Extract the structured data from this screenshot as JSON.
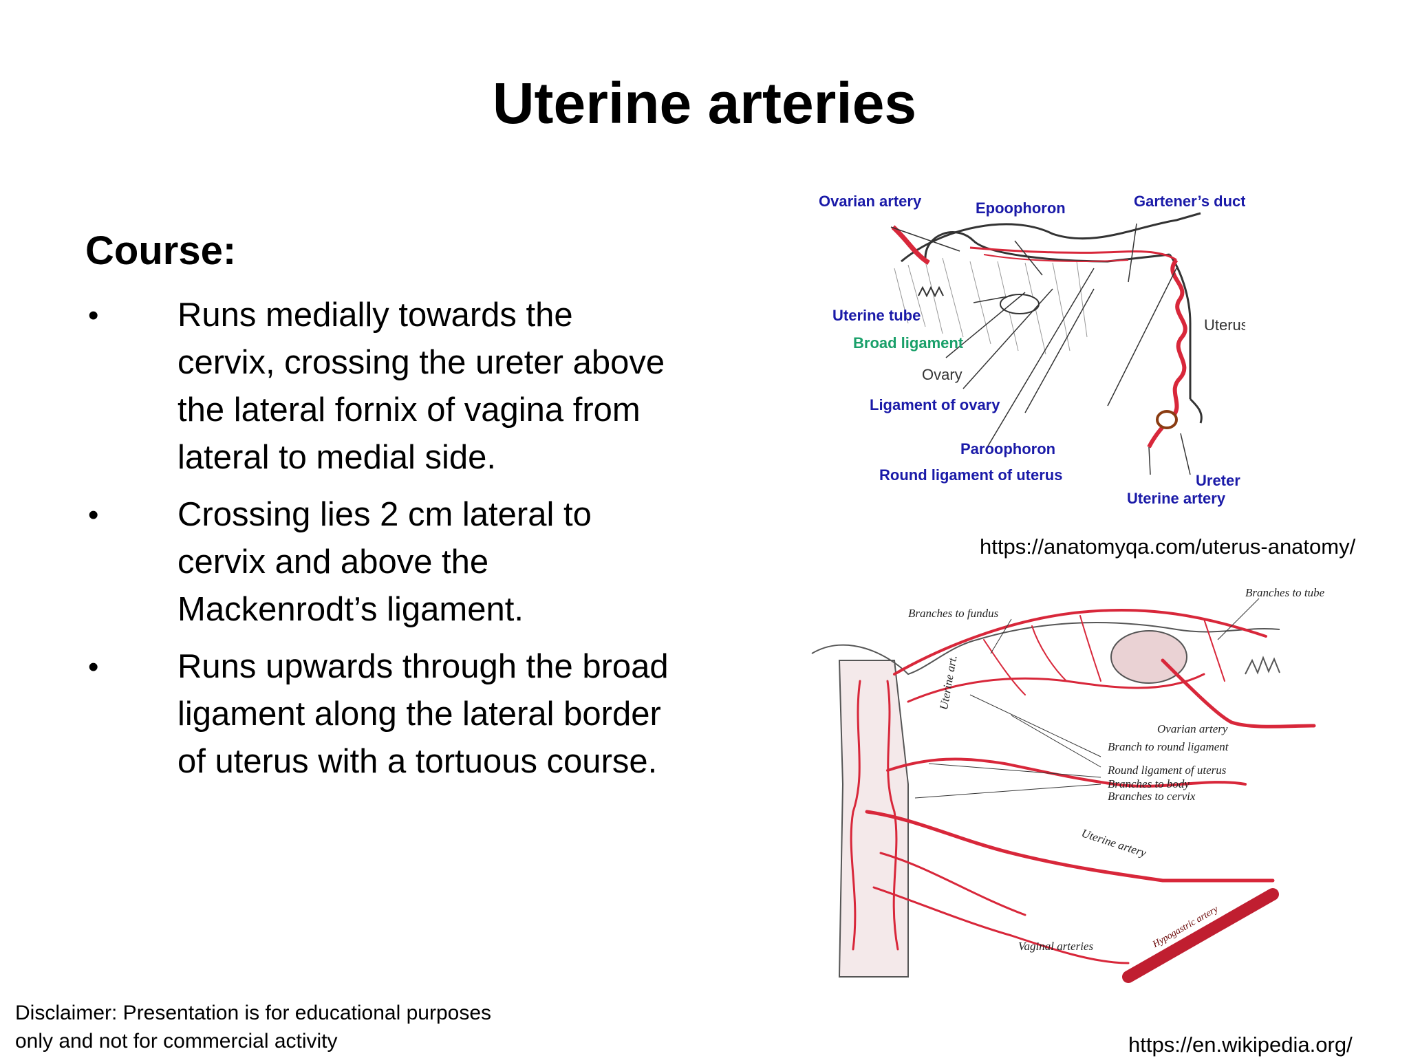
{
  "slide": {
    "title": "Uterine arteries",
    "course_heading": "Course:",
    "bullets": [
      "Runs medially towards the cervix, crossing the ureter above the lateral fornix of vagina from lateral to medial side.",
      "Crossing lies 2 cm lateral to cervix and above the Mackenrodt’s ligament.",
      "Runs upwards through the broad ligament along the lateral border of uterus with a tortuous course."
    ],
    "bullet_symbol": "•"
  },
  "figure_top": {
    "labels": {
      "ovarian_artery": "Ovarian artery",
      "epoophoron": "Epoophoron",
      "garteners_duct": "Gartener’s duct",
      "uterine_tube": "Uterine tube",
      "broad_ligament": "Broad ligament",
      "ovary": "Ovary",
      "uterus": "Uterus",
      "ligament_of_ovary": "Ligament of ovary",
      "paroophoron": "Paroophoron",
      "round_ligament_of_uterus": "Round ligament of uterus",
      "ureter": "Ureter",
      "uterine_artery": "Uterine artery"
    },
    "source": "https://anatomyqa.com/uterus-anatomy/"
  },
  "figure_bottom": {
    "labels": {
      "branches_to_tube": "Branches to tube",
      "branches_to_fundus": "Branches to fundus",
      "ovarian_artery": "Ovarian artery",
      "branch_to_round_ligament": "Branch to round ligament",
      "round_ligament_of_uterus": "Round ligament of uterus",
      "branches_to_body": "Branches to body",
      "branches_to_cervix": "Branches to cervix",
      "uterine_art": "Uterine art.",
      "uterine_artery": "Uterine artery",
      "vaginal_arteries": "Vaginal arteries",
      "hypogastric_artery": "Hypogastric artery"
    },
    "source": "https://en.wikipedia.org/"
  },
  "disclaimer": {
    "line1": "Disclaimer: Presentation is for educational purposes",
    "line2": "only and not for commercial activity"
  },
  "colors": {
    "artery_red": "#d8273a",
    "label_blue": "#1a1aa8",
    "label_green": "#1aa06a"
  }
}
